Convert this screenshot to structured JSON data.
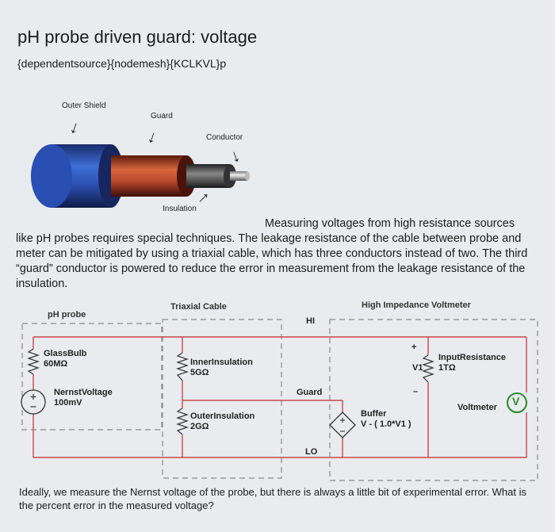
{
  "header": {
    "title": "pH probe driven guard: voltage",
    "tags": "{dependentsource}{nodemesh}{KCLKVL}p"
  },
  "cable_figure": {
    "outer_shield": "Outer Shield",
    "guard": "Guard",
    "conductor": "Conductor",
    "insulation": "Insulation"
  },
  "paragraph": {
    "line1": "Measuring voltages from high resistance sources",
    "rest": "like pH probes requires special techniques. The leakage resistance of the cable between probe and meter can be mitigated by using a triaxial cable, which has three conductors instead of two. The third “guard” conductor is powered to reduce the error in measurement from the leakage resistance of the insulation."
  },
  "circuit": {
    "ph_probe": "pH probe",
    "triaxial_cable": "Triaxial Cable",
    "high_impedance": "High Impedance Voltmeter",
    "glass_bulb_name": "GlassBulb",
    "glass_bulb_value": "60MΩ",
    "nernst_name": "NernstVoltage",
    "nernst_value": "100mV",
    "inner_name": "InnerInsulation",
    "inner_value": "5GΩ",
    "outer_name": "OuterInsulation",
    "outer_value": "2GΩ",
    "hi": "HI",
    "guard": "Guard",
    "lo": "LO",
    "buffer_name": "Buffer",
    "buffer_expr": "V - ( 1.0*V1 )",
    "input_res_name": "InputResistance",
    "input_res_value": "1TΩ",
    "v1": "V1",
    "voltmeter": "Voltmeter",
    "voltmeter_symbol": "V",
    "plus": "+",
    "minus": "–"
  },
  "question": "Ideally, we measure the Nernst voltage of the probe, but there is always a little bit of experimental error. What is the percent error in the measured voltage?"
}
